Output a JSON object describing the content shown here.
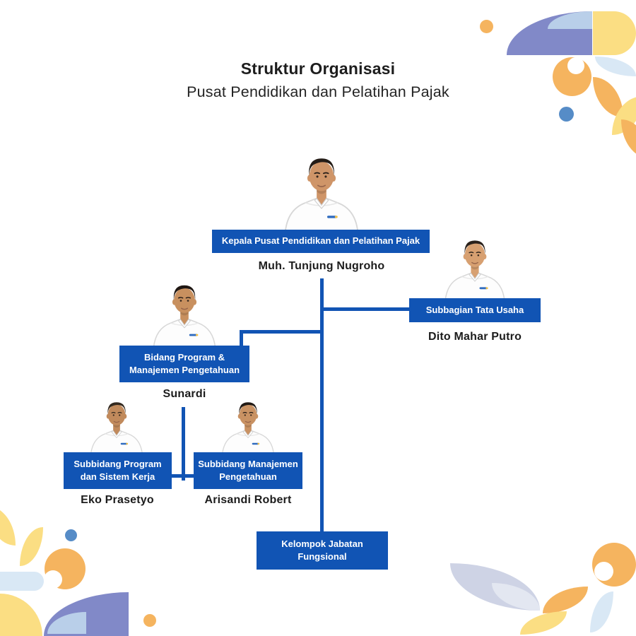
{
  "header": {
    "title": "Struktur Organisasi",
    "subtitle": "Pusat Pendidikan dan Pelatihan Pajak"
  },
  "org_chart": {
    "kepala": {
      "title": "Kepala Pusat Pendidikan dan Pelatihan Pajak",
      "name": "Muh. Tunjung Nugroho"
    },
    "subbagian_tata_usaha": {
      "title": "Subbagian Tata Usaha",
      "name": "Dito Mahar Putro"
    },
    "bidang_program": {
      "title": "Bidang Program & Manajemen Pengetahuan",
      "name": "Sunardi"
    },
    "subbidang_program": {
      "title": "Subbidang Program dan Sistem Kerja",
      "name": "Eko Prasetyo"
    },
    "subbidang_manajemen": {
      "title": "Subbidang Manajemen Pengetahuan",
      "name": "Arisandi Robert"
    },
    "kelompok_fungsional": {
      "title": "Kelompok Jabatan Fungsional"
    }
  },
  "colors": {
    "box_blue": "#1154b4",
    "line_blue": "#1154b4",
    "accent_orange": "#f5b45f",
    "accent_yellow": "#fbde83",
    "accent_purple": "#8189c8",
    "accent_light_blue": "#b9cfe9",
    "accent_pale_blue": "#d9e8f5",
    "accent_blue_dot": "#568cc7",
    "accent_lavender": "#ced3e5",
    "accent_lavender_light": "#e3e7f1",
    "text_dark": "#1c1c1c"
  }
}
